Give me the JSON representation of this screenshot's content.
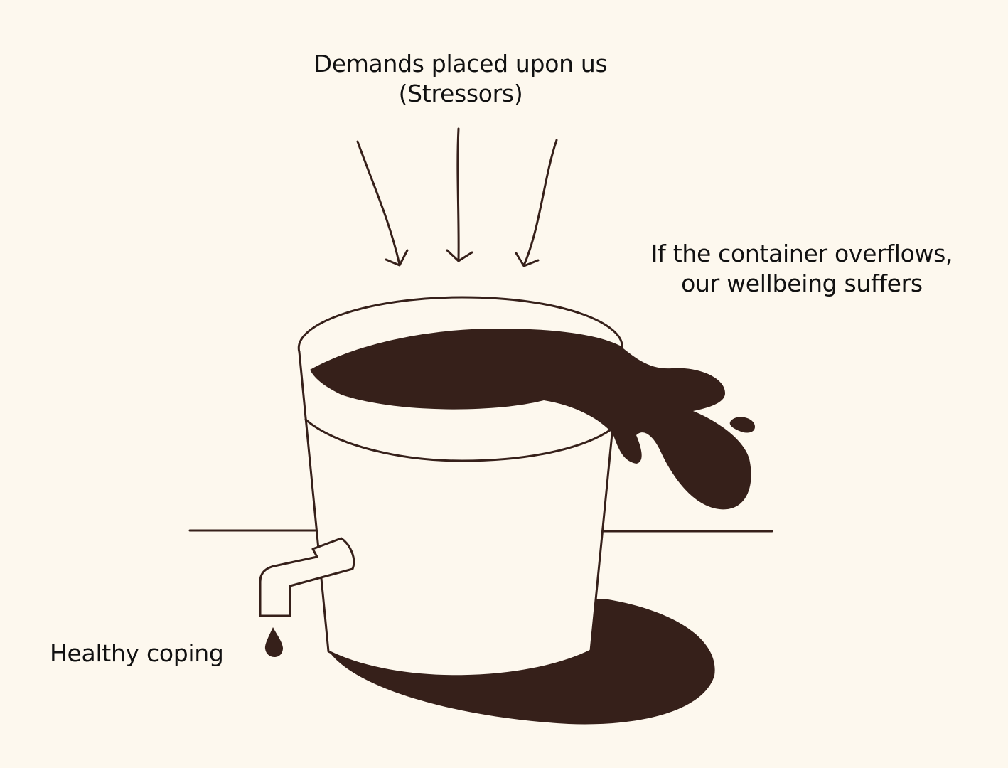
{
  "colors": {
    "background": "#fdf8ee",
    "liquid": "#36201a",
    "line": "#36201a",
    "text": "#111111"
  },
  "labels": {
    "stressors": {
      "line1": "Demands placed upon us",
      "line2": "(Stressors)"
    },
    "overflow": {
      "line1": "If the container overflows,",
      "line2": "our wellbeing suffers"
    },
    "coping": "Healthy coping"
  },
  "icons": {
    "arrows": [
      "arrow-down-icon",
      "arrow-down-icon",
      "arrow-down-icon"
    ],
    "container": "bucket-icon",
    "tap": "tap-icon",
    "drop": "water-drop-icon",
    "spill": "overflow-splash-icon",
    "puddle": "puddle-icon"
  }
}
